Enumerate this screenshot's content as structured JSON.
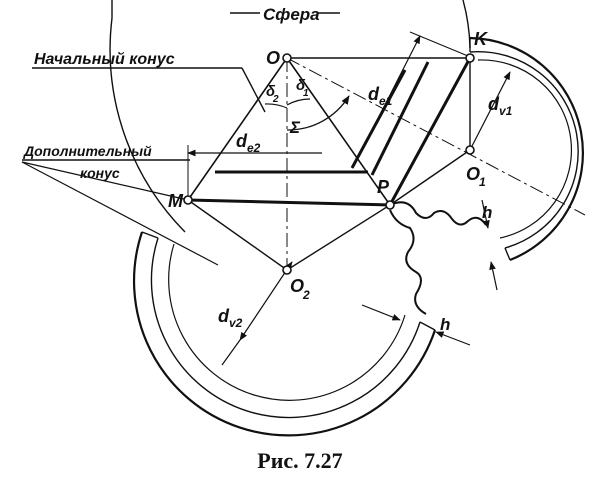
{
  "labels": {
    "sphere": "Сфера",
    "initial_cone": "Начальный конус",
    "additional_cone_line1": "Дополнительный",
    "additional_cone_line2": "конус",
    "point_O": "O",
    "point_K": "K",
    "point_O1": "O",
    "point_O1_sub": "1",
    "point_O2": "O",
    "point_O2_sub": "2",
    "point_M": "M",
    "point_P": "P",
    "delta2": "δ",
    "delta2_sub": "2",
    "delta1": "δ",
    "delta1_sub": "1",
    "sigma": "Σ",
    "de1": "d",
    "de1_sub": "e1",
    "de2": "d",
    "de2_sub": "e2",
    "dv1": "d",
    "dv1_sub": "v1",
    "dv2": "d",
    "dv2_sub": "v2",
    "h_right": "h",
    "h_bottom": "h"
  },
  "caption": "Рис. 7.27"
}
